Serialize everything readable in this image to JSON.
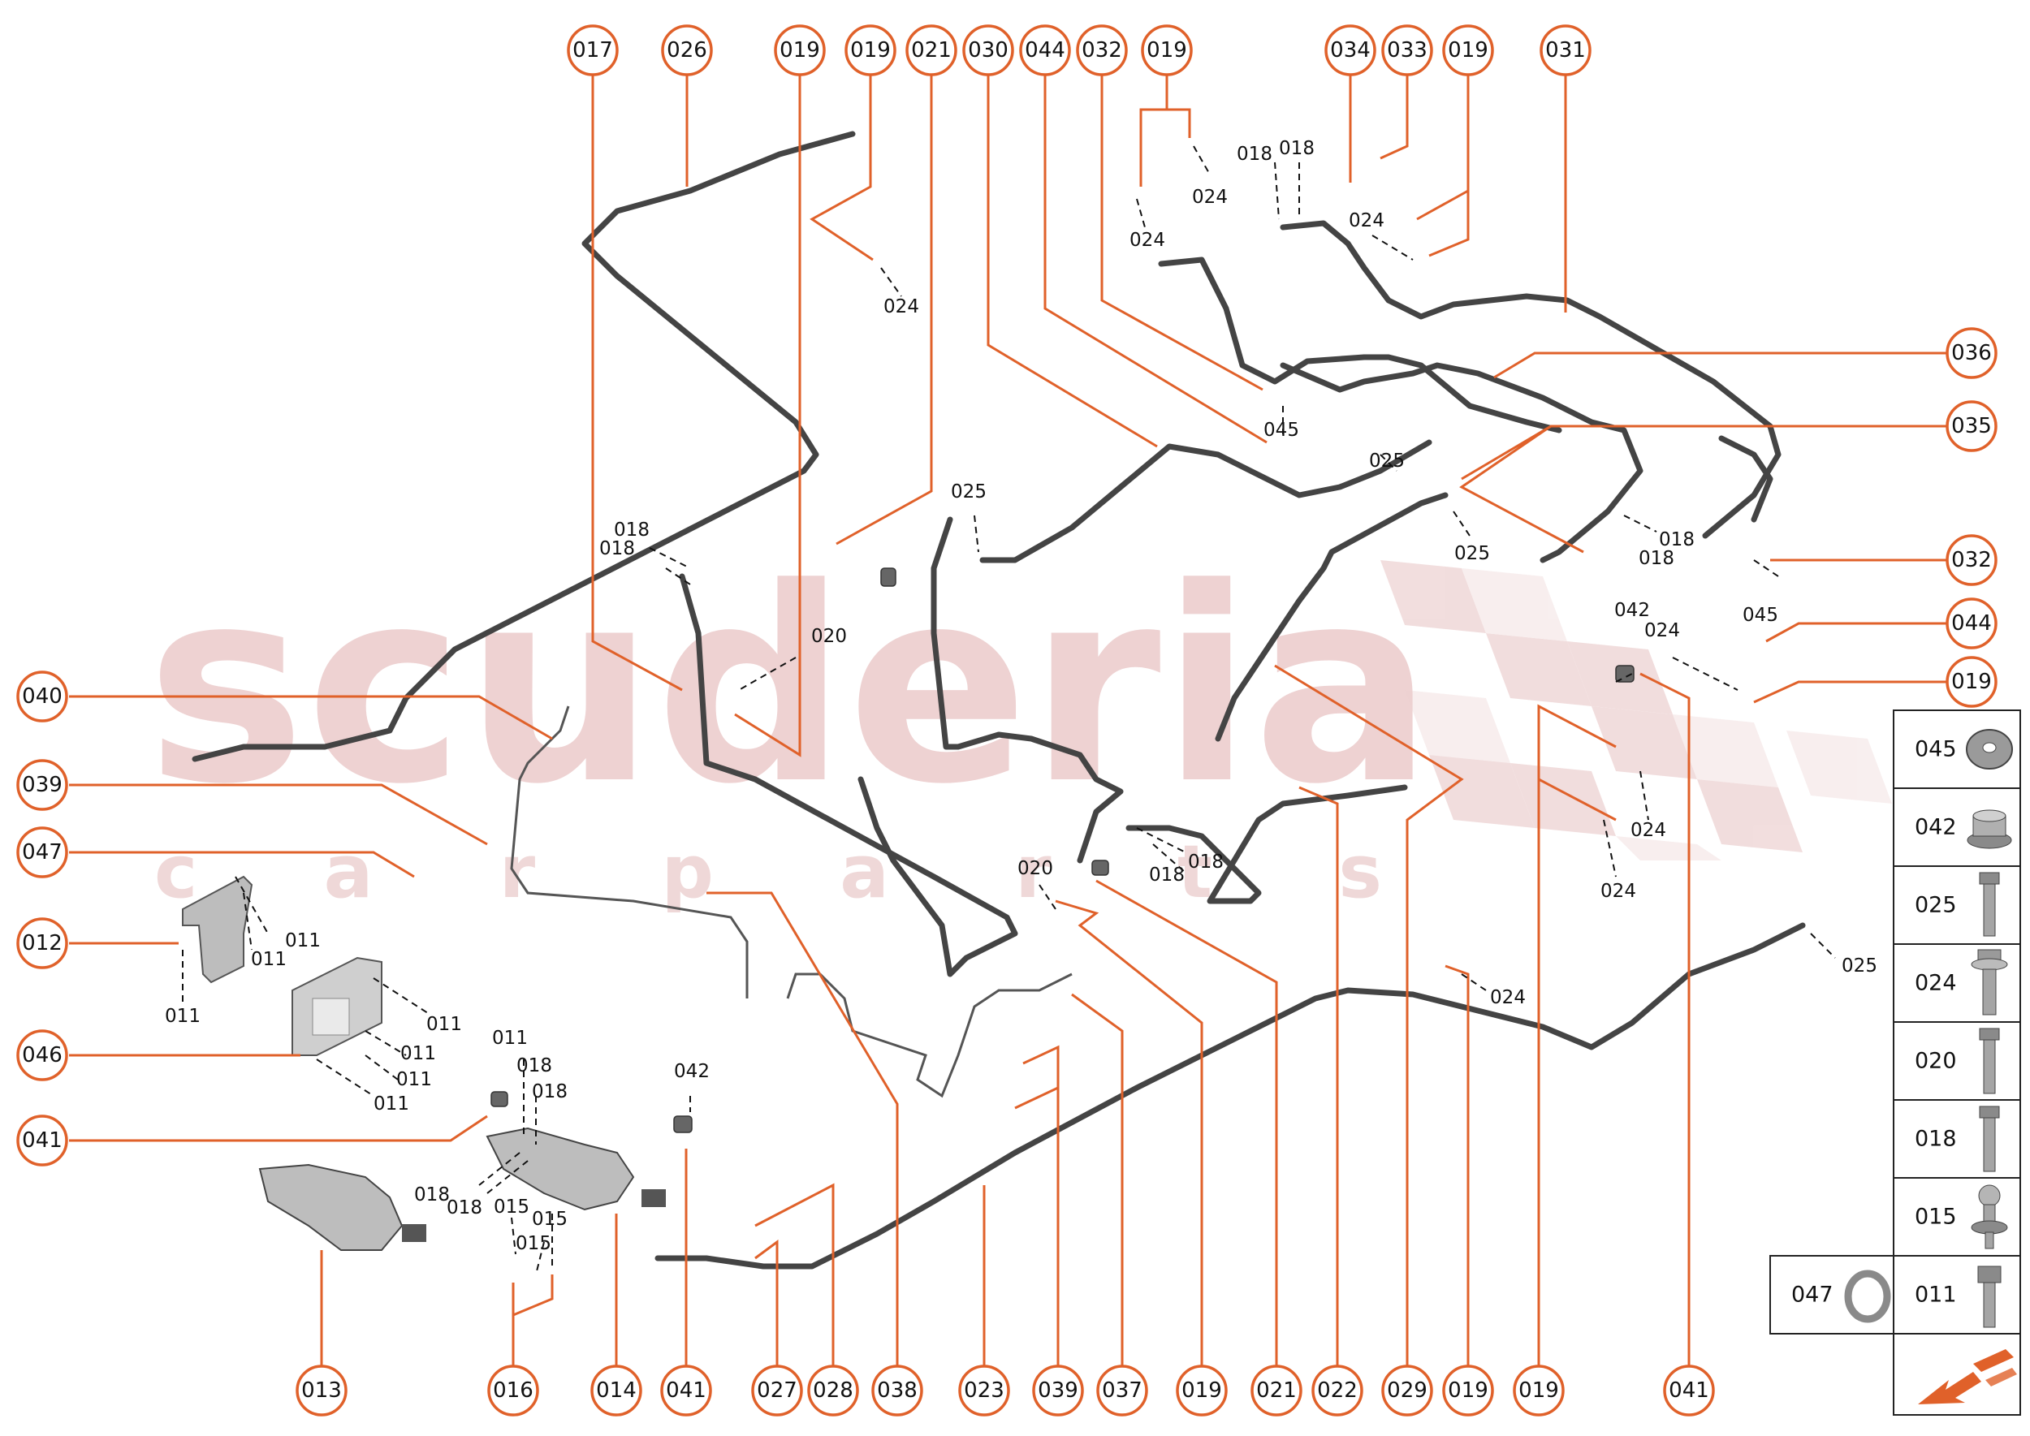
{
  "watermark": {
    "brand": "scuderia",
    "sub": "c a r p a r t s"
  },
  "callouts_top": [
    "017",
    "026",
    "019",
    "019",
    "021",
    "030",
    "044",
    "032",
    "019",
    "034",
    "033",
    "019",
    "031"
  ],
  "callouts_right": [
    "036",
    "035",
    "032",
    "044",
    "019"
  ],
  "callouts_left": [
    "040",
    "039",
    "047",
    "012",
    "046",
    "041"
  ],
  "callouts_bottom": [
    "013",
    "016",
    "014",
    "041",
    "027",
    "028",
    "038",
    "023",
    "039",
    "037",
    "019",
    "021",
    "022",
    "029",
    "019",
    "019",
    "041"
  ],
  "labels": {
    "l024a": "024",
    "l024b": "024",
    "l024c": "024",
    "l024d": "024",
    "l024e": "024",
    "l024f": "024",
    "l024g": "024",
    "l024h": "024",
    "l018a": "018",
    "l018b": "018",
    "l018c": "018",
    "l018d": "018",
    "l018e": "018",
    "l018f": "018",
    "l018g": "018",
    "l018h": "018",
    "l018i": "018",
    "l018j": "018",
    "l018k": "018",
    "l018l": "018",
    "l025a": "025",
    "l025b": "025",
    "l025c": "025",
    "l025d": "025",
    "l020a": "020",
    "l020b": "020",
    "l045a": "045",
    "l045b": "045",
    "l042a": "042",
    "l042b": "042",
    "l011a": "011",
    "l011b": "011",
    "l011c": "011",
    "l011d": "011",
    "l011e": "011",
    "l011f": "011",
    "l011g": "011",
    "l011h": "011",
    "l015a": "015",
    "l015b": "015",
    "l015c": "015"
  },
  "legend": [
    {
      "code": "045",
      "icon": "washer-icon"
    },
    {
      "code": "042",
      "icon": "flange-nut-icon"
    },
    {
      "code": "025",
      "icon": "bolt-icon"
    },
    {
      "code": "024",
      "icon": "flange-bolt-icon"
    },
    {
      "code": "020",
      "icon": "bolt-icon"
    },
    {
      "code": "018",
      "icon": "bolt-icon"
    },
    {
      "code": "015",
      "icon": "ball-stud-icon"
    },
    {
      "code": "011",
      "icon": "screw-icon"
    }
  ],
  "legend_extra": {
    "code": "047",
    "icon": "o-ring-icon"
  },
  "nav_icon": "arrow-icon",
  "colors": {
    "accent": "#e0612a",
    "pipe": "#444444",
    "watermark": "#e9c4c4"
  }
}
